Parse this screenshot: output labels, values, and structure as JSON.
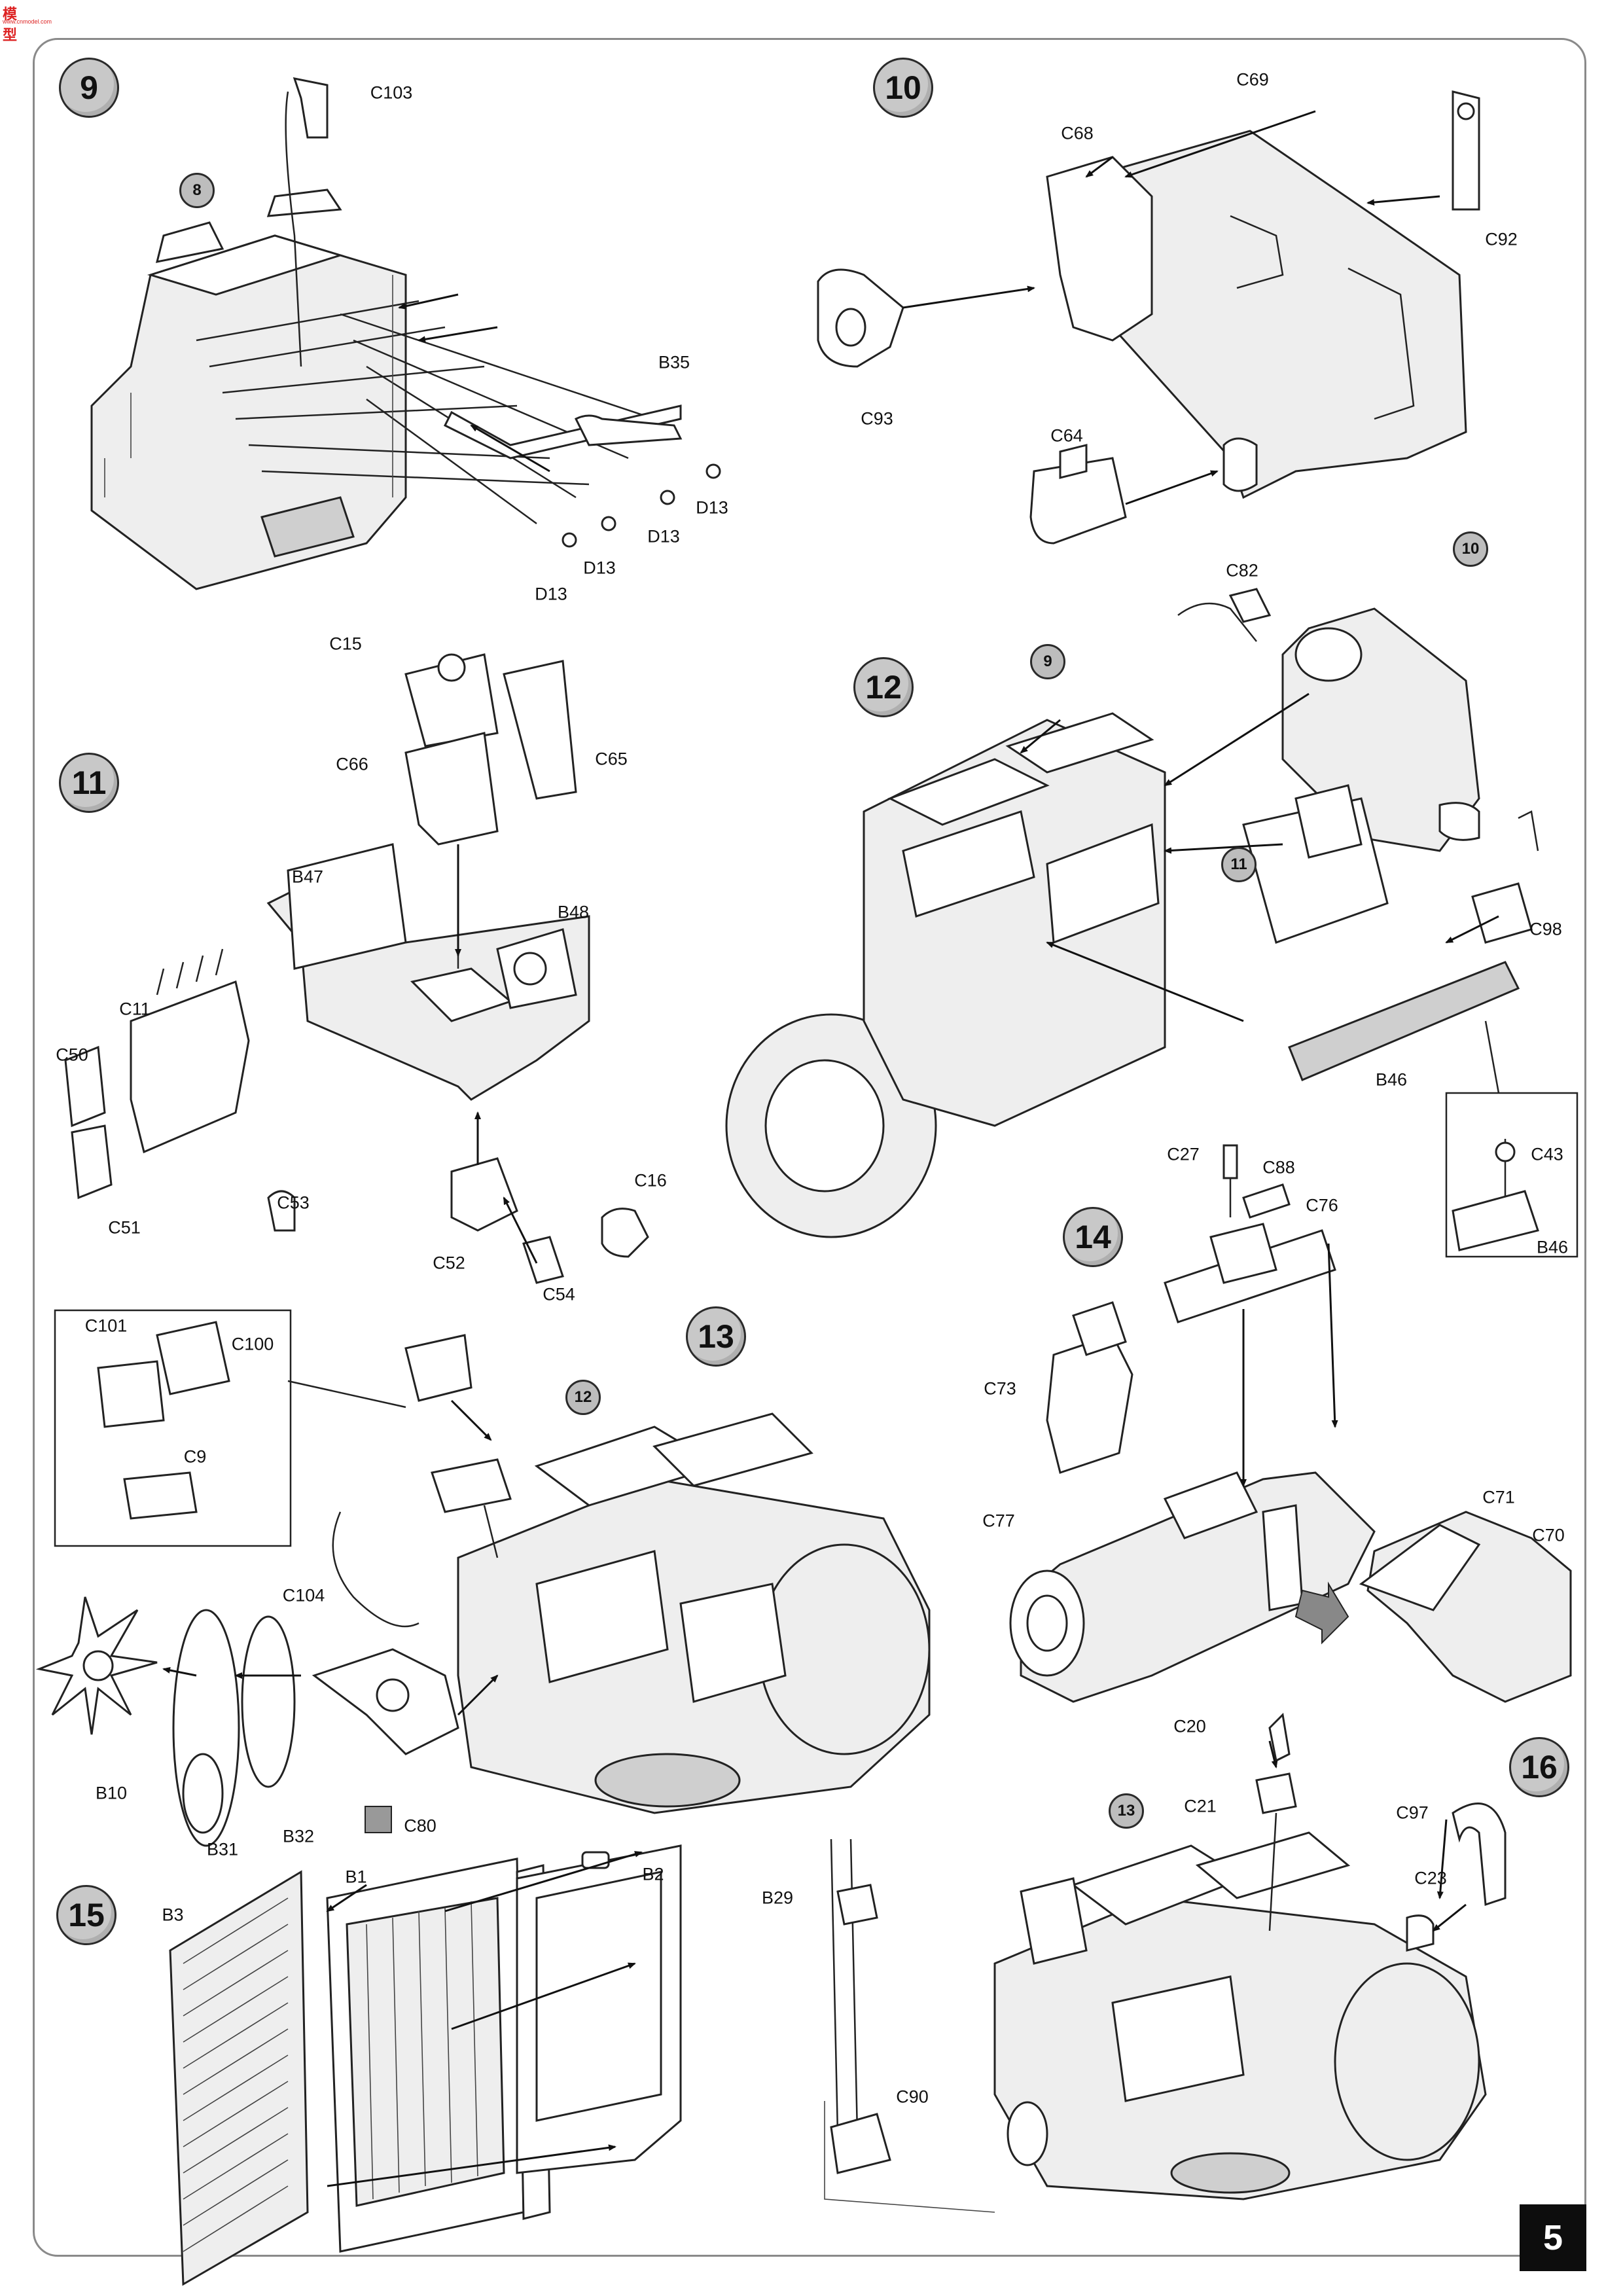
{
  "watermark": {
    "mark": "模型",
    "subtext": "www.cnmodel.com"
  },
  "page_number": "5",
  "steps": [
    "9",
    "10",
    "11",
    "12",
    "13",
    "14",
    "15",
    "16"
  ],
  "subassemblies": {
    "s8": "8",
    "s9": "9",
    "s10": "10",
    "s11": "11",
    "s12": "12",
    "s13": "13"
  },
  "parts": {
    "C103": "C103",
    "B35": "B35",
    "D13": "D13",
    "C69": "C69",
    "C68": "C68",
    "C92": "C92",
    "C93": "C93",
    "C64": "C64",
    "C15": "C15",
    "C66": "C66",
    "C65": "C65",
    "B47": "B47",
    "B48": "B48",
    "C11": "C11",
    "C50": "C50",
    "C51": "C51",
    "C53": "C53",
    "C16": "C16",
    "C52": "C52",
    "C54": "C54",
    "C82": "C82",
    "C98": "C98",
    "B46": "B46",
    "C43": "C43",
    "C101": "C101",
    "C100": "C100",
    "C9": "C9",
    "C104": "C104",
    "B10": "B10",
    "B31": "B31",
    "B32": "B32",
    "C80": "C80",
    "C27": "C27",
    "C88": "C88",
    "C76": "C76",
    "C73": "C73",
    "C77": "C77",
    "C71": "C71",
    "C70": "C70",
    "B1": "B1",
    "B2": "B2",
    "B3": "B3",
    "C20": "C20",
    "C21": "C21",
    "C97": "C97",
    "C23": "C23",
    "B29": "B29",
    "C90": "C90"
  },
  "icons": {
    "glue": "glue-icon"
  }
}
